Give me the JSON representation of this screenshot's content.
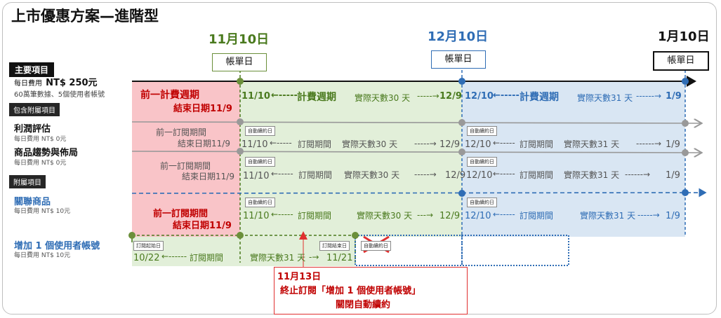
{
  "title": "上市優惠方案—進階型",
  "dates": {
    "d1110": "11月10日",
    "d1210": "12月10日",
    "d0110": "1月10日"
  },
  "bill_day": "帳單日",
  "left": {
    "main_header": "主要項目",
    "main_fee_prefix": "每日費用",
    "main_fee_price": "NT$ 250元",
    "main_desc": "60萬筆數據、5個使用者帳號",
    "included_header": "包含附屬項目",
    "item1_name": "利潤評估",
    "item1_fee": "每日費用 NT$ 0元",
    "item2_name": "商品趨勢與佈局",
    "item2_fee": "每日費用 NT$ 0元",
    "addon_header": "附屬項目",
    "item3_name": "關聯商品",
    "item3_fee": "每日費用 NT$ 10元",
    "item4_name": "增加 1 個使用者帳號",
    "item4_fee": "每日費用 NT$ 10元"
  },
  "rows": {
    "prev_cycle": "前一計費週期",
    "prev_cycle_end": "結束日期11/9",
    "prev_sub": "前一訂閱期間",
    "prev_sub_end": "結束日期11/9",
    "auto_renew": "自動續約日",
    "row1_start": "11/10",
    "row1_mid": "計費週期",
    "row1_days": "實際天數30 天",
    "row1_end": "12/9",
    "row1b_start": "12/10",
    "row1b_mid": "計費週期",
    "row1b_days": "實際天數31 天",
    "row1b_end": "1/9",
    "sub_label": "訂閱期間",
    "days30": "實際天數30 天",
    "days31": "實際天數31 天",
    "d1110": "11/10",
    "d129": "12/9",
    "d1210": "12/10",
    "d19": "1/9",
    "sub_start_tag": "訂閱起始日",
    "sub_end_tag": "訂閱結束日",
    "d1022": "10/22",
    "d1121": "11/21",
    "row5_days": "實際天數31 天"
  },
  "callout": {
    "date": "11月13日",
    "line1": "終止訂閱「增加 1 個使用者帳號」",
    "line2": "關閉自動續約"
  },
  "colors": {
    "red_zone": "#f9c4c8",
    "green_zone": "#e2efd9",
    "blue_zone": "#d9e6f3",
    "green": "#4a7a1e",
    "blue": "#2f6db5",
    "red": "#c00000"
  }
}
